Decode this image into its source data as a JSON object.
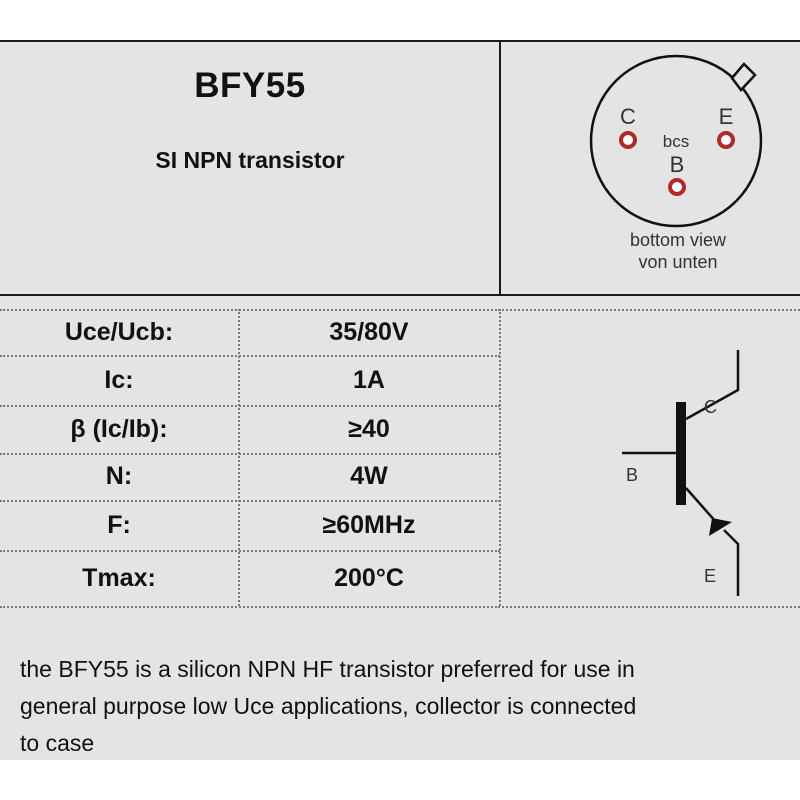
{
  "title": "BFY55",
  "subtitle": "SI NPN transistor",
  "pinout": {
    "pin_c": "C",
    "pin_e": "E",
    "pin_b": "B",
    "center_label": "bcs",
    "caption_line1": "bottom view",
    "caption_line2": "von unten"
  },
  "specs": [
    {
      "param": "Uce/Ucb:",
      "value": "35/80V"
    },
    {
      "param": "Ic:",
      "value": "1A"
    },
    {
      "param": "β (Ic/Ib):",
      "value": "≥40"
    },
    {
      "param": "N:",
      "value": "4W"
    },
    {
      "param": "F:",
      "value": "≥60MHz"
    },
    {
      "param": "Tmax:",
      "value": "200°C"
    }
  ],
  "symbol": {
    "c": "C",
    "b": "B",
    "e": "E"
  },
  "description": "the BFY55 is a silicon NPN HF transistor preferred for use in\ngeneral purpose low Uce applications, collector is connected\nto case"
}
